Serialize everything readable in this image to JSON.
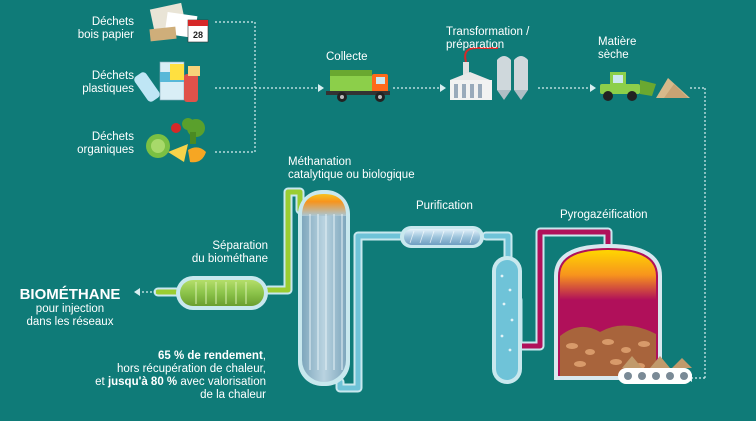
{
  "waste": {
    "wood_paper": {
      "line1": "Déchets",
      "line2": "bois papier"
    },
    "plastic": {
      "line1": "Déchets",
      "line2": "plastiques"
    },
    "organic": {
      "line1": "Déchets",
      "line2": "organiques"
    }
  },
  "steps": {
    "collection": "Collecte",
    "transformation": {
      "line1": "Transformation /",
      "line2": "préparation"
    },
    "dry_matter": {
      "line1": "Matière",
      "line2": "sèche"
    },
    "pyrogasification": "Pyrogazéification",
    "purification": "Purification",
    "methanation": {
      "line1": "Méthanation",
      "line2": "catalytique ou biologique"
    },
    "separation": {
      "line1": "Séparation",
      "line2": "du biométhane"
    }
  },
  "output": {
    "title": "BIOMÉTHANE",
    "line1": "pour injection",
    "line2": "dans les réseaux"
  },
  "yield": {
    "part1_bold": "65 % de rendement",
    "part1_tail": ",",
    "line2": "hors récupération de chaleur,",
    "part3_pre": "et ",
    "part3_bold": "jusqu'à 80 %",
    "part3_tail": " avec valorisation",
    "line4": "de la chaleur"
  },
  "colors": {
    "background": "#0f7b78",
    "pipe": "#c8e8ee",
    "biomethane_pipe": "#9acd32",
    "separator_green": "#8bc34a",
    "purifier_blue": "#6fc3d8",
    "reactor_magenta": "#b0105a",
    "heat_glow": "#f7941d"
  }
}
